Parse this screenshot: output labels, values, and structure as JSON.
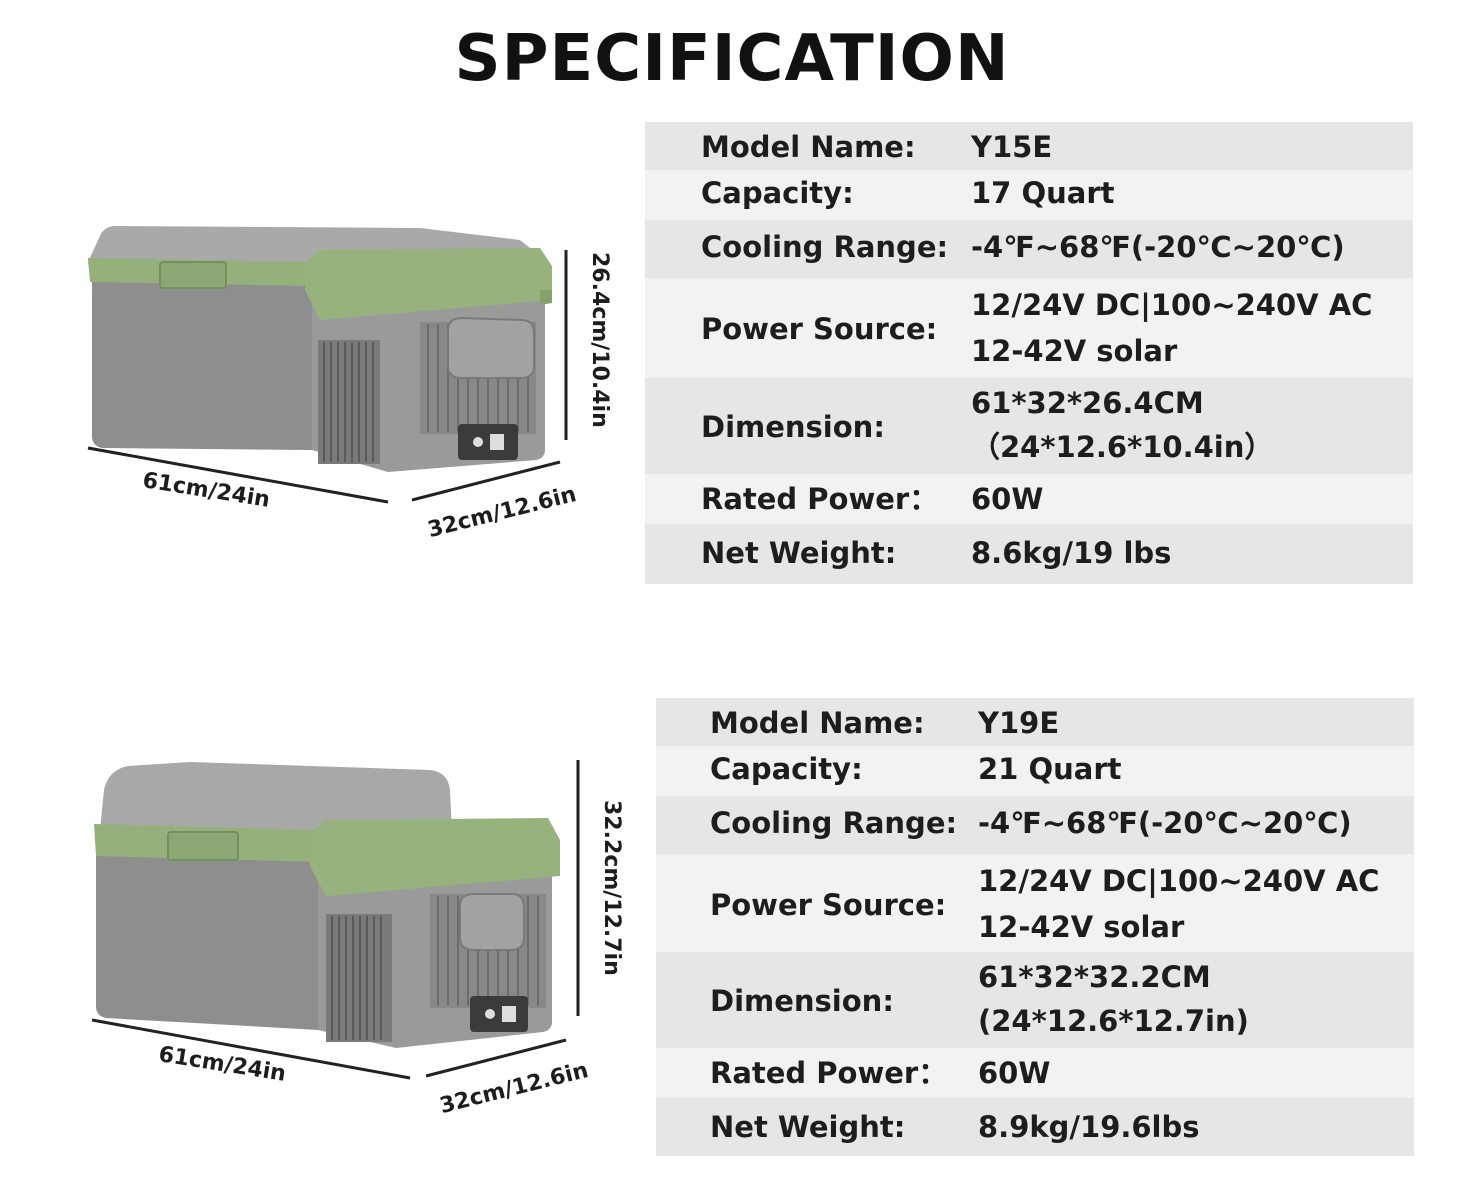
{
  "title": "SPECIFICATION",
  "colors": {
    "body_gray": "#8c8c8c",
    "lid_green": "#94b07a",
    "row_dark": "#e6e6e6",
    "row_light": "#f2f2f2"
  },
  "products": [
    {
      "dims": {
        "length": "61cm/24in",
        "width": "32cm/12.6in",
        "height": "26.4cm/10.4in"
      },
      "specs": [
        {
          "label": "Model Name:",
          "value": "Y15E"
        },
        {
          "label": "Capacity:",
          "value": "17 Quart"
        },
        {
          "label": "Cooling Range:",
          "value": "-4℉~68℉(-20℃~20℃)"
        },
        {
          "label": "Power Source:",
          "value": "12/24V DC|100~240V AC",
          "value2": "12-42V solar"
        },
        {
          "label": "Dimension:",
          "value": "61*32*26.4CM",
          "value2": "（24*12.6*10.4in）"
        },
        {
          "label": "Rated Power：",
          "value": "60W"
        },
        {
          "label": "Net Weight:",
          "value": "8.6kg/19 lbs"
        }
      ]
    },
    {
      "dims": {
        "length": "61cm/24in",
        "width": "32cm/12.6in",
        "height": "32.2cm/12.7in"
      },
      "specs": [
        {
          "label": "Model Name:",
          "value": "Y19E"
        },
        {
          "label": "Capacity:",
          "value": "21 Quart"
        },
        {
          "label": "Cooling Range:",
          "value": "-4℉~68℉(-20℃~20℃)"
        },
        {
          "label": "Power Source:",
          "value": "12/24V DC|100~240V AC",
          "value2": "12-42V solar"
        },
        {
          "label": "Dimension:",
          "value": "61*32*32.2CM",
          "value2": "(24*12.6*12.7in)"
        },
        {
          "label": "Rated Power：",
          "value": "60W"
        },
        {
          "label": "Net Weight:",
          "value": "8.9kg/19.6lbs"
        }
      ]
    }
  ]
}
